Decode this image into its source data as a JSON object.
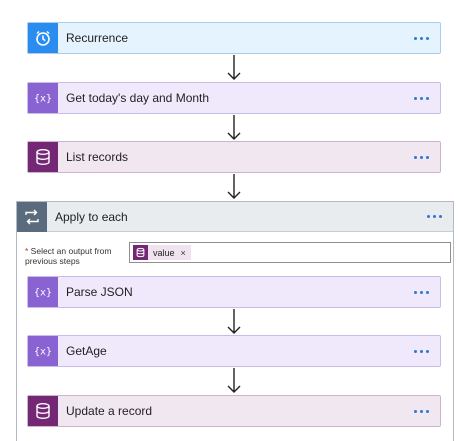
{
  "flow": {
    "steps": [
      {
        "label": "Recurrence",
        "icon": "alarm-clock-icon"
      },
      {
        "label": "Get today's day and Month",
        "icon": "variable-braces-icon"
      },
      {
        "label": "List records",
        "icon": "database-icon"
      }
    ],
    "loop": {
      "label": "Apply to each",
      "icon": "loop-icon",
      "select_label_required": "*",
      "select_label": " Select an output from previous steps",
      "token_label": "value",
      "token_remove": "×",
      "inner_steps": [
        {
          "label": "Parse JSON",
          "icon": "variable-braces-icon"
        },
        {
          "label": "GetAge",
          "icon": "variable-braces-icon"
        },
        {
          "label": "Update a record",
          "icon": "database-icon"
        }
      ]
    }
  },
  "colors": {
    "recurrence": "#2b8cf0",
    "expression": "#8a63d2",
    "dataverse": "#742774",
    "loop": "#5a6b7d",
    "more_dots": "#2b78d6"
  }
}
